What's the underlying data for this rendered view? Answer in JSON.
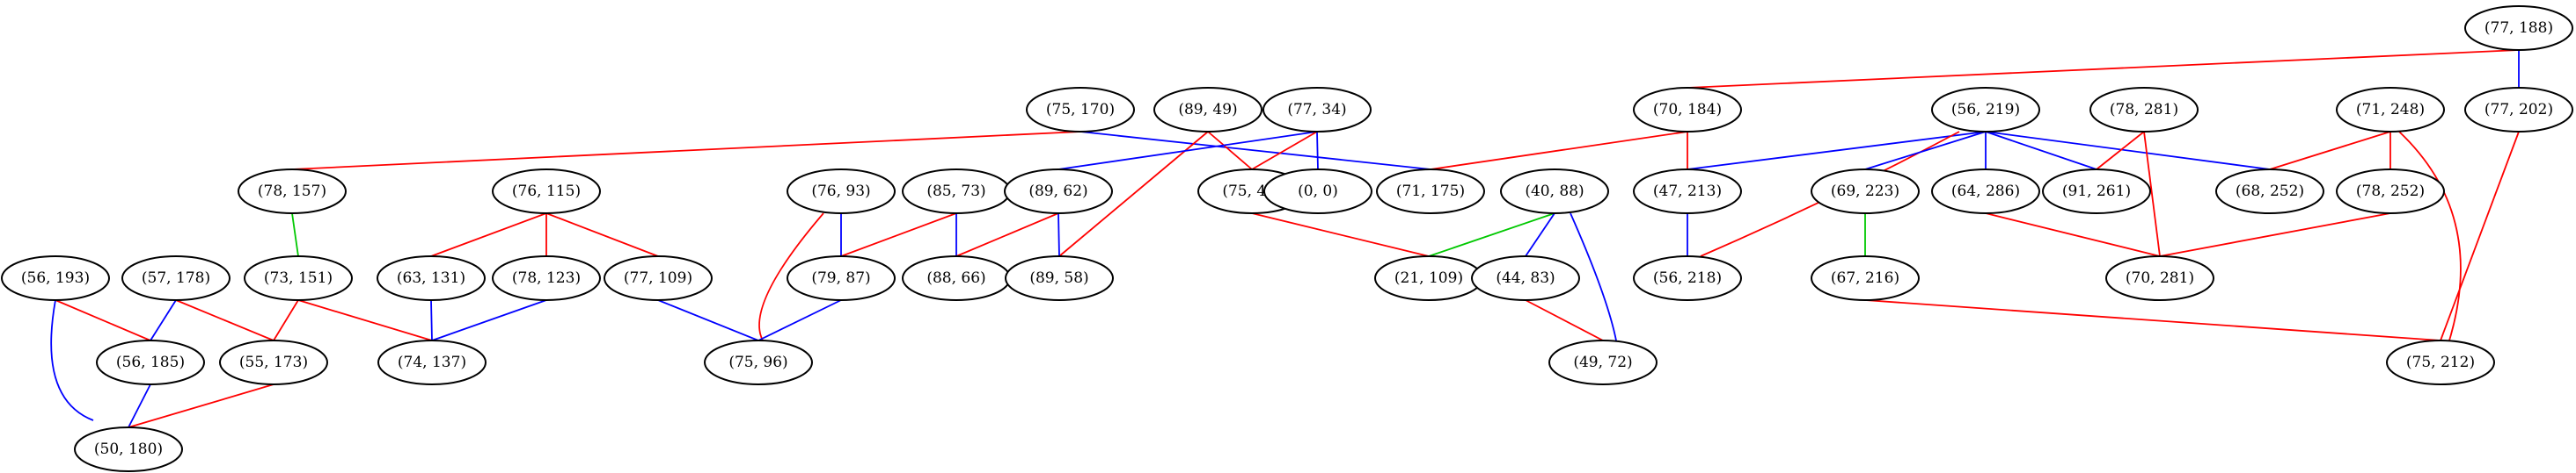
{
  "colors": {
    "red": "#ff0000",
    "blue": "#0000ff",
    "green": "#00c800"
  },
  "nodes": [
    {
      "id": "n_77_188",
      "label": "(77, 188)"
    },
    {
      "id": "n_77_202",
      "label": "(77, 202)"
    },
    {
      "id": "n_70_184",
      "label": "(70, 184)"
    },
    {
      "id": "n_75_170",
      "label": "(75, 170)"
    },
    {
      "id": "n_89_49",
      "label": "(89, 49)"
    },
    {
      "id": "n_77_34",
      "label": "(77, 34)"
    },
    {
      "id": "n_56_219",
      "label": "(56, 219)"
    },
    {
      "id": "n_78_281",
      "label": "(78, 281)"
    },
    {
      "id": "n_71_248",
      "label": "(71, 248)"
    },
    {
      "id": "n_78_157",
      "label": "(78, 157)"
    },
    {
      "id": "n_76_115",
      "label": "(76, 115)"
    },
    {
      "id": "n_76_93",
      "label": "(76, 93)"
    },
    {
      "id": "n_85_73",
      "label": "(85, 73)"
    },
    {
      "id": "n_89_62",
      "label": "(89, 62)"
    },
    {
      "id": "n_75_40",
      "label": "(75, 40)"
    },
    {
      "id": "n_0_0",
      "label": "(0, 0)"
    },
    {
      "id": "n_71_175",
      "label": "(71, 175)"
    },
    {
      "id": "n_40_88",
      "label": "(40, 88)"
    },
    {
      "id": "n_47_213",
      "label": "(47, 213)"
    },
    {
      "id": "n_69_223",
      "label": "(69, 223)"
    },
    {
      "id": "n_64_286",
      "label": "(64, 286)"
    },
    {
      "id": "n_91_261",
      "label": "(91, 261)"
    },
    {
      "id": "n_68_252",
      "label": "(68, 252)"
    },
    {
      "id": "n_78_252",
      "label": "(78, 252)"
    },
    {
      "id": "n_56_193",
      "label": "(56, 193)"
    },
    {
      "id": "n_57_178",
      "label": "(57, 178)"
    },
    {
      "id": "n_73_151",
      "label": "(73, 151)"
    },
    {
      "id": "n_63_131",
      "label": "(63, 131)"
    },
    {
      "id": "n_78_123",
      "label": "(78, 123)"
    },
    {
      "id": "n_77_109",
      "label": "(77, 109)"
    },
    {
      "id": "n_79_87",
      "label": "(79, 87)"
    },
    {
      "id": "n_88_66",
      "label": "(88, 66)"
    },
    {
      "id": "n_89_58",
      "label": "(89, 58)"
    },
    {
      "id": "n_21_109",
      "label": "(21, 109)"
    },
    {
      "id": "n_44_83",
      "label": "(44, 83)"
    },
    {
      "id": "n_56_218",
      "label": "(56, 218)"
    },
    {
      "id": "n_67_216",
      "label": "(67, 216)"
    },
    {
      "id": "n_70_281",
      "label": "(70, 281)"
    },
    {
      "id": "n_56_185",
      "label": "(56, 185)"
    },
    {
      "id": "n_55_173",
      "label": "(55, 173)"
    },
    {
      "id": "n_74_137",
      "label": "(74, 137)"
    },
    {
      "id": "n_75_96",
      "label": "(75, 96)"
    },
    {
      "id": "n_49_72",
      "label": "(49, 72)"
    },
    {
      "id": "n_75_212",
      "label": "(75, 212)"
    },
    {
      "id": "n_50_180",
      "label": "(50, 180)"
    }
  ],
  "edges": [
    {
      "from": "n_77_188",
      "to": "n_77_202",
      "color": "blue"
    },
    {
      "from": "n_77_188",
      "to": "n_70_184",
      "color": "red"
    },
    {
      "from": "n_77_202",
      "to": "n_75_212",
      "color": "red"
    },
    {
      "from": "n_70_184",
      "to": "n_71_175",
      "color": "red"
    },
    {
      "from": "n_70_184",
      "to": "n_47_213",
      "color": "red"
    },
    {
      "from": "n_75_170",
      "to": "n_78_157",
      "color": "red"
    },
    {
      "from": "n_75_170",
      "to": "n_71_175",
      "color": "blue"
    },
    {
      "from": "n_89_49",
      "to": "n_75_40",
      "color": "red"
    },
    {
      "from": "n_89_49",
      "to": "n_89_58",
      "color": "red"
    },
    {
      "from": "n_77_34",
      "to": "n_89_62",
      "color": "blue"
    },
    {
      "from": "n_77_34",
      "to": "n_75_40",
      "color": "red"
    },
    {
      "from": "n_77_34",
      "to": "n_0_0",
      "color": "blue"
    },
    {
      "from": "n_56_219",
      "to": "n_47_213",
      "color": "blue"
    },
    {
      "from": "n_56_219",
      "to": "n_56_218",
      "color": "red"
    },
    {
      "from": "n_56_219",
      "to": "n_69_223",
      "color": "blue"
    },
    {
      "from": "n_56_219",
      "to": "n_64_286",
      "color": "blue"
    },
    {
      "from": "n_56_219",
      "to": "n_91_261",
      "color": "blue"
    },
    {
      "from": "n_56_219",
      "to": "n_68_252",
      "color": "blue"
    },
    {
      "from": "n_78_281",
      "to": "n_91_261",
      "color": "red"
    },
    {
      "from": "n_78_281",
      "to": "n_70_281",
      "color": "red"
    },
    {
      "from": "n_71_248",
      "to": "n_68_252",
      "color": "red"
    },
    {
      "from": "n_71_248",
      "to": "n_78_252",
      "color": "red"
    },
    {
      "from": "n_71_248",
      "to": "n_75_212",
      "color": "red"
    },
    {
      "from": "n_78_157",
      "to": "n_73_151",
      "color": "green"
    },
    {
      "from": "n_76_115",
      "to": "n_63_131",
      "color": "red"
    },
    {
      "from": "n_76_115",
      "to": "n_78_123",
      "color": "red"
    },
    {
      "from": "n_76_115",
      "to": "n_77_109",
      "color": "red"
    },
    {
      "from": "n_76_93",
      "to": "n_79_87",
      "color": "blue"
    },
    {
      "from": "n_76_93",
      "to": "n_75_96",
      "color": "red"
    },
    {
      "from": "n_85_73",
      "to": "n_79_87",
      "color": "red"
    },
    {
      "from": "n_85_73",
      "to": "n_88_66",
      "color": "blue"
    },
    {
      "from": "n_89_62",
      "to": "n_88_66",
      "color": "red"
    },
    {
      "from": "n_89_62",
      "to": "n_89_58",
      "color": "blue"
    },
    {
      "from": "n_75_40",
      "to": "n_21_109",
      "color": "red"
    },
    {
      "from": "n_40_88",
      "to": "n_21_109",
      "color": "green"
    },
    {
      "from": "n_40_88",
      "to": "n_44_83",
      "color": "blue"
    },
    {
      "from": "n_40_88",
      "to": "n_49_72",
      "color": "blue"
    },
    {
      "from": "n_47_213",
      "to": "n_56_218",
      "color": "blue"
    },
    {
      "from": "n_69_223",
      "to": "n_67_216",
      "color": "green"
    },
    {
      "from": "n_64_286",
      "to": "n_70_281",
      "color": "red"
    },
    {
      "from": "n_78_252",
      "to": "n_70_281",
      "color": "red"
    },
    {
      "from": "n_56_193",
      "to": "n_56_185",
      "color": "red"
    },
    {
      "from": "n_56_193",
      "to": "n_50_180",
      "color": "blue"
    },
    {
      "from": "n_57_178",
      "to": "n_56_185",
      "color": "blue"
    },
    {
      "from": "n_57_178",
      "to": "n_55_173",
      "color": "red"
    },
    {
      "from": "n_73_151",
      "to": "n_55_173",
      "color": "red"
    },
    {
      "from": "n_73_151",
      "to": "n_74_137",
      "color": "red"
    },
    {
      "from": "n_63_131",
      "to": "n_74_137",
      "color": "blue"
    },
    {
      "from": "n_78_123",
      "to": "n_74_137",
      "color": "blue"
    },
    {
      "from": "n_77_109",
      "to": "n_75_96",
      "color": "blue"
    },
    {
      "from": "n_79_87",
      "to": "n_75_96",
      "color": "blue"
    },
    {
      "from": "n_44_83",
      "to": "n_49_72",
      "color": "red"
    },
    {
      "from": "n_67_216",
      "to": "n_75_212",
      "color": "red"
    },
    {
      "from": "n_56_185",
      "to": "n_50_180",
      "color": "blue"
    },
    {
      "from": "n_55_173",
      "to": "n_50_180",
      "color": "red"
    }
  ]
}
